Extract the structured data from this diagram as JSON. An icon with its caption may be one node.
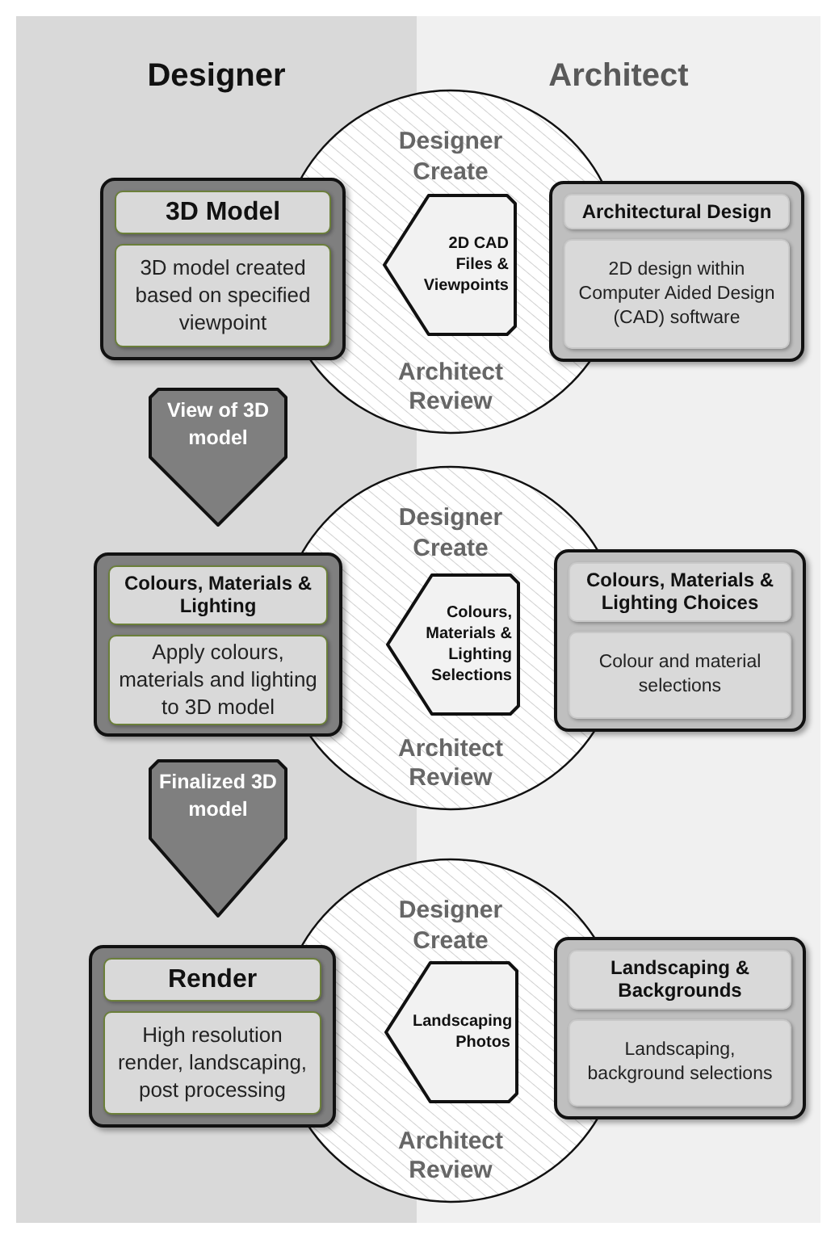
{
  "diagram": {
    "nodes": [
      {
        "text": [
          "Designer"
        ]
      },
      {
        "text": [
          "Architect"
        ]
      },
      {
        "text": [
          "Designer Create",
          "Architect Review"
        ]
      },
      {
        "text": [
          "3D Model",
          "3D model created based on specified viewpoint"
        ],
        "in": 0
      },
      {
        "text": [
          "2D CAD Files & Viewpoints"
        ],
        "in": 2
      },
      {
        "text": [
          "Architectural Design",
          "2D design within Computer Aided Design (CAD) software"
        ],
        "in": 1
      },
      {
        "text": [
          "View of 3D model"
        ],
        "in": 0
      },
      {
        "text": [
          "Designer Create",
          "Architect Review"
        ]
      },
      {
        "text": [
          "Colours, Materials & Lighting",
          "Apply colours, materials and lighting to 3D model"
        ],
        "in": 0
      },
      {
        "text": [
          "Colours, Materials & Lighting Selections"
        ],
        "in": 7
      },
      {
        "text": [
          "Colours, Materials & Lighting Choices",
          "Colour and material selections"
        ],
        "in": 1
      },
      {
        "text": [
          "Finalized 3D model"
        ],
        "in": 0
      },
      {
        "text": [
          "Designer Create",
          "Architect Review"
        ]
      },
      {
        "text": [
          "Render",
          "High resolution render, landscaping, post processing"
        ],
        "in": 0
      },
      {
        "text": [
          "Landscaping Photos"
        ],
        "in": 12
      },
      {
        "text": [
          "Landscaping & Backgrounds",
          "Landscaping, background selections"
        ],
        "in": 1
      }
    ]
  }
}
